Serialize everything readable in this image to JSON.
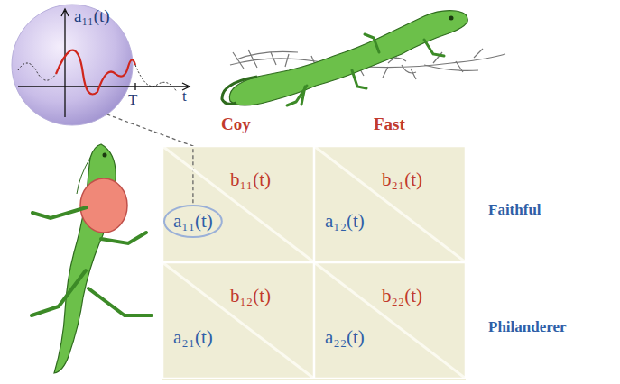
{
  "diagram": {
    "nodes": [
      {
        "text": [
          "a₁₁(t)",
          "T",
          "t"
        ]
      },
      {
        "text": [
          "b₁₁(t)",
          "a₁₁(t)"
        ]
      },
      {
        "text": [
          "b₂₁(t)",
          "a₁₂(t)"
        ]
      },
      {
        "text": [
          "b₁₂(t)",
          "a₂₁(t)"
        ]
      },
      {
        "text": [
          "b₂₂(t)",
          "a₂₂(t)"
        ]
      }
    ],
    "edges": [
      {
        "from": 0,
        "to": 1,
        "arrow": "none"
      }
    ],
    "labels": [
      "Coy",
      "Fast",
      "Faithful",
      "Philanderer"
    ]
  }
}
